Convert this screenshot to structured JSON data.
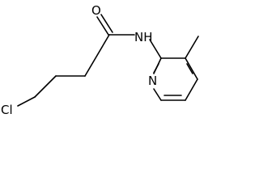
{
  "molecule": {
    "atoms": {
      "chlorine": "Cl",
      "oxygen": "O",
      "amide_nitrogen": "NH",
      "ring_nitrogen": "N"
    }
  },
  "colors": {
    "background": "#ffffff",
    "ink": "#000000"
  }
}
